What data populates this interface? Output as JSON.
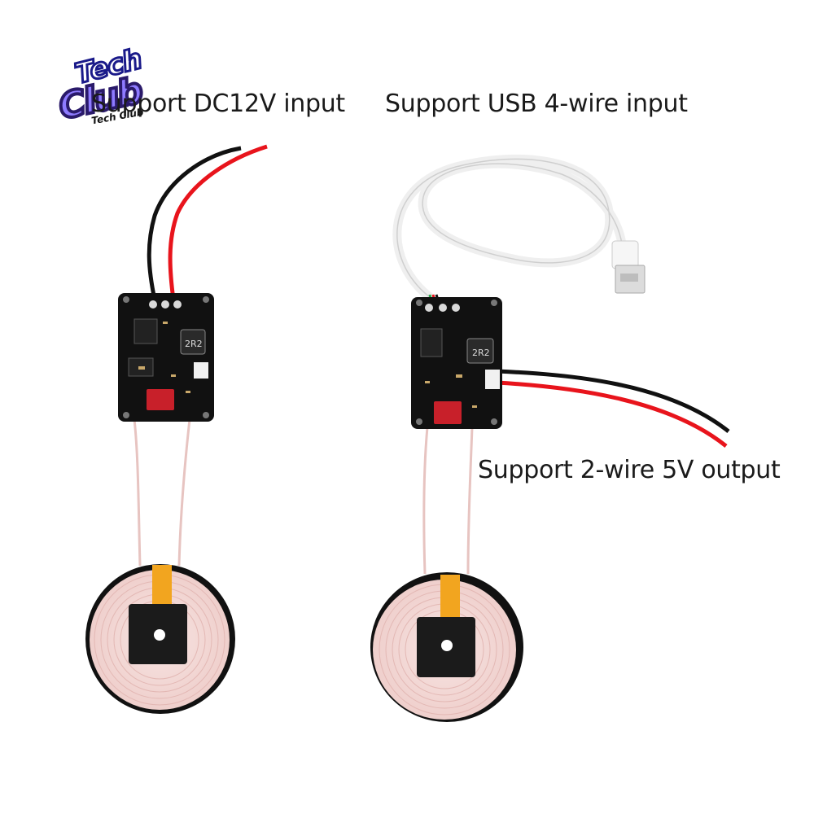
{
  "logo": {
    "line1": "Tech",
    "line2": "Club",
    "line3": "Tech Club"
  },
  "captions": {
    "left_input": "Support DC12V input",
    "right_input": "Support USB 4-wire input",
    "right_output": "Support 2-wire 5V output"
  },
  "board_labels": {
    "inductor": "2R2"
  },
  "colors": {
    "board": "#111111",
    "wire_red": "#e8141c",
    "wire_black": "#111111",
    "usb_cable": "#f4f4f4",
    "coil_copper": "#f3d7d5",
    "coil_tape": "#f2a51f",
    "ferrite": "#1b1b1b",
    "capacitor": "#c8202a"
  }
}
